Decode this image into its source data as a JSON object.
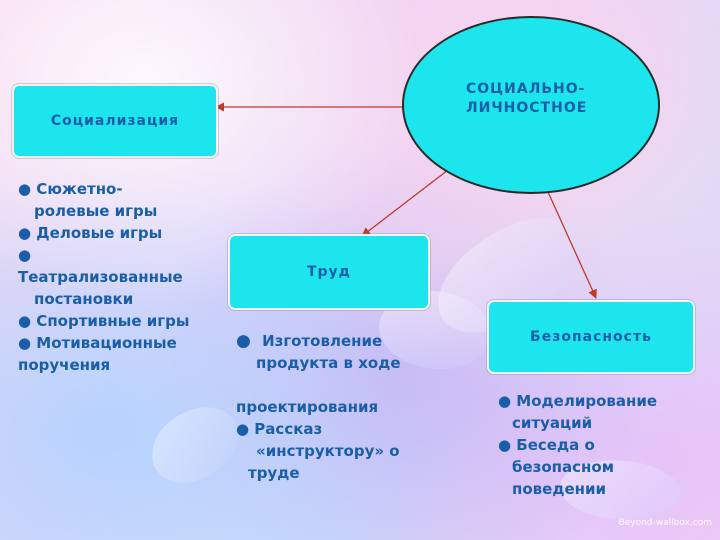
{
  "center": {
    "line1": "СОЦИАЛЬНО-",
    "line2": "ЛИЧНОСТНОЕ"
  },
  "boxes": {
    "socialization": "Социализация",
    "labor": "Труд",
    "safety": "Безопасность"
  },
  "socialization_items": {
    "i1a": "● Сюжетно-",
    "i1b": "ролевые игры",
    "i2": "● Деловые игры",
    "i3a": "●",
    "i3b": "Театрализованные",
    "i3c": "постановки",
    "i4": "● Спортивные игры",
    "i5a": "● Мотивационные",
    "i5b": "поручения"
  },
  "labor_items": {
    "bullet": "●",
    "i1a": "Изготовление",
    "i1b": "продукта в ходе",
    "i1c": "проектирования",
    "i2a": "● Рассказ",
    "i2b": "«инструктору» о",
    "i2c": "труде"
  },
  "safety_items": {
    "i1a": "● Моделирование",
    "i1b": "ситуаций",
    "i2a": "● Беседа о",
    "i2b": "безопасном",
    "i2c": "поведении"
  },
  "colors": {
    "box_fill": "#1de5ee",
    "text": "#1a5ea8",
    "arrow": "#c0392b"
  },
  "watermark": "Beyond-wallbox.com"
}
